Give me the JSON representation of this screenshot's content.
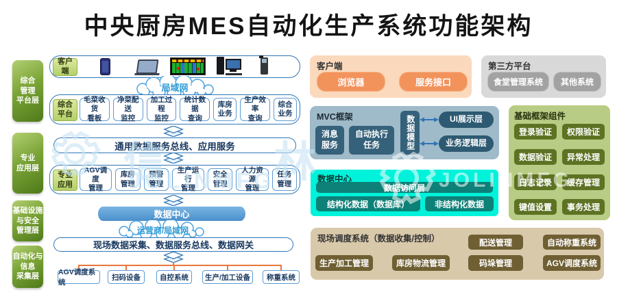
{
  "title": "中央厨房MES自动化生产系统功能架构",
  "watermark": {
    "cn": "信 林",
    "en": "JOLINMFG"
  },
  "colors": {
    "accent_blue": "#2e75b6",
    "box_border_blue": "#5b9bd5",
    "navy_text": "#17375e",
    "layer_green": "#4e7a1a",
    "label_green": "#b5d06a",
    "bar_blue": "#4a8fcb",
    "orange_connector": "#e8763a",
    "client_panel": "#fbd9bd",
    "client_button": "#f2935c",
    "third_party_panel": "#d9d9d9",
    "third_party_button": "#a2a2a2",
    "mvc_panel": "#9fbac9",
    "mvc_box": "#35617a",
    "framework_panel": "#b9cc85",
    "framework_box": "#5d7222",
    "data_center_panel": "#00f2da",
    "data_center_box": "#0d8077",
    "field_panel": "#d9c9ab",
    "field_box": "#6f5f33"
  },
  "left": {
    "layers": [
      "综合\n管理\n平台层",
      "专业\n应用层",
      "基础设施\n与安全\n管理层",
      "自动化与\n信息\n采集层"
    ],
    "client_label": "客户\n端",
    "client_devices": [
      "smartphone-icon",
      "tablet-icon",
      "led-display-icon",
      "desktop-computer-icon",
      "handheld-scanner-icon"
    ],
    "lan_cloud": "局域网",
    "platform_label": "综合\n平台",
    "platform_items": [
      "毛菜收货\n看板",
      "净菜配送\n监控",
      "加工过程\n监控",
      "统计数据\n查询",
      "库房\n业务",
      "生产效率\n查询",
      "综合\n业务"
    ],
    "service_bus": "通用数据服务总线、应用服务",
    "professional_label": "专业\n应用",
    "professional_items": [
      "AGV调度\n管理",
      "库房\n管理",
      "预警\n管理",
      "生产运行\n管理",
      "安全\n管理",
      "人力资源\n管理",
      "任务\n管理"
    ],
    "data_center": "数据中心",
    "carrier_cloud": "运营商/局域网",
    "field_bus": "现场数据采集、数据服务总线、数据网关",
    "devices": [
      "AGV调度系统",
      "扫码设备",
      "自控系统",
      "生产/加工设备",
      "称重系统"
    ]
  },
  "right": {
    "client": {
      "title": "客户端",
      "buttons": [
        "浏览器",
        "服务接口"
      ]
    },
    "third_party": {
      "title": "第三方平台",
      "buttons": [
        "食堂管理系统",
        "其他系统"
      ]
    },
    "mvc": {
      "title": "MVC框架",
      "message": "消息\n服务",
      "auto_exec": "自动执行\n任务",
      "data_model": "数据模型",
      "ui_layer": "UI展示层",
      "logic_layer": "业务逻辑层"
    },
    "framework": {
      "title": "基础框架组件",
      "items": [
        "登录验证",
        "权限验证",
        "数据验证",
        "异常处理",
        "日志记录",
        "缓存管理",
        "键值设置",
        "事务处理"
      ]
    },
    "data_center": {
      "title": "数据中心",
      "access": "数据访问层",
      "structured": "结构化数据（数据库）",
      "unstructured": "非结构化数据"
    },
    "field": {
      "title": "现场调度系统（数据收集/控制）",
      "row1": [
        "配送管理",
        "自动称重系统"
      ],
      "row2": [
        "生产加工管理",
        "库房物流管理",
        "码垛管理",
        "AGV调度系统"
      ]
    }
  }
}
